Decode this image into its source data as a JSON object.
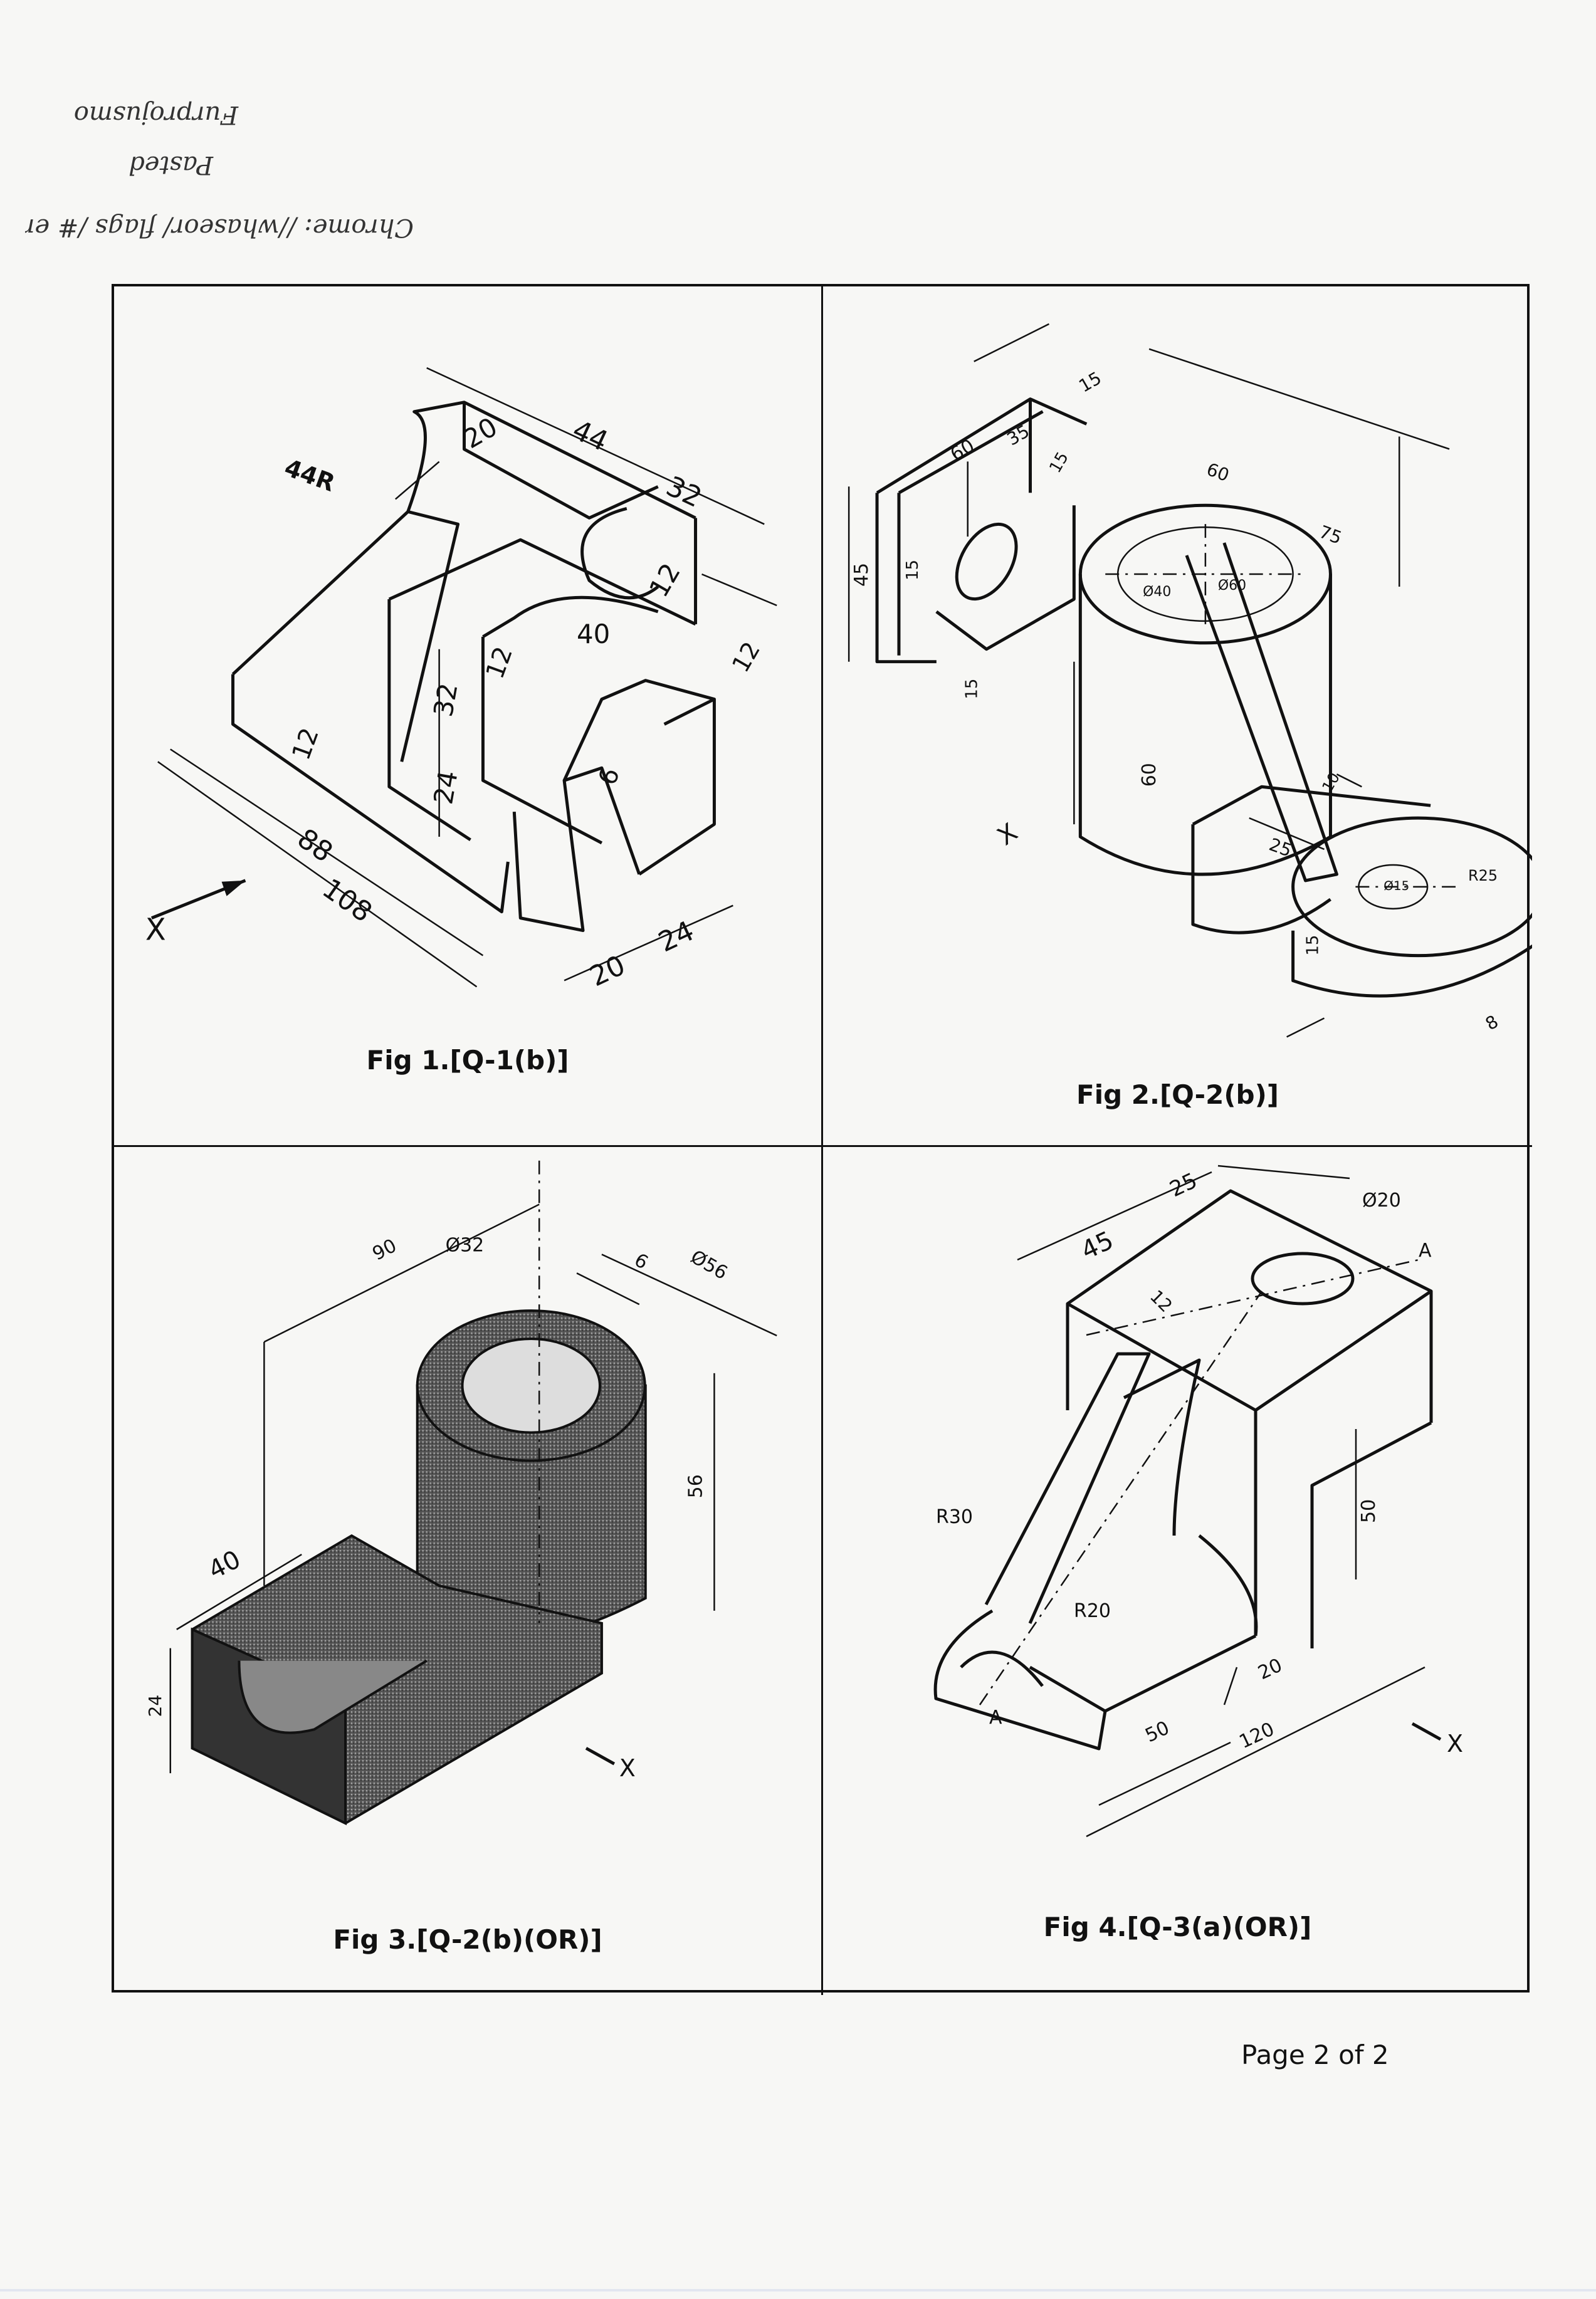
{
  "handwritten_notes": {
    "lines": [
      "Furprojusmo",
      "Pasted",
      "Chrome: //whaseor/ flags /# enable"
    ]
  },
  "figures": [
    {
      "caption": "Fig 1.[Q-1(b)]",
      "dims": [
        "44R",
        "20",
        "44",
        "32",
        "12",
        "40",
        "12",
        "32",
        "24",
        "12",
        "6",
        "88",
        "108",
        "20",
        "24",
        "12"
      ],
      "direction_label": "X"
    },
    {
      "caption": "Fig 2.[Q-2(b)]",
      "dims": [
        "15",
        "60",
        "35",
        "15",
        "60",
        "75",
        "45",
        "15",
        "Ø40",
        "Ø60",
        "15",
        "60",
        "10",
        "25",
        "R25",
        "Ø15",
        "15",
        "8"
      ],
      "direction_label": "X"
    },
    {
      "caption": "Fig 3.[Q-2(b)(OR)]",
      "dims": [
        "90",
        "Ø32",
        "6",
        "Ø56",
        "56",
        "40",
        "24"
      ],
      "direction_label": "X"
    },
    {
      "caption": "Fig 4.[Q-3(a)(OR)]",
      "dims": [
        "25",
        "Ø20",
        "45",
        "12",
        "A",
        "50",
        "R30",
        "R20",
        "20",
        "50",
        "120",
        "A"
      ],
      "direction_label": "X"
    }
  ],
  "footer": {
    "page_label": "Page 2 of 2"
  }
}
